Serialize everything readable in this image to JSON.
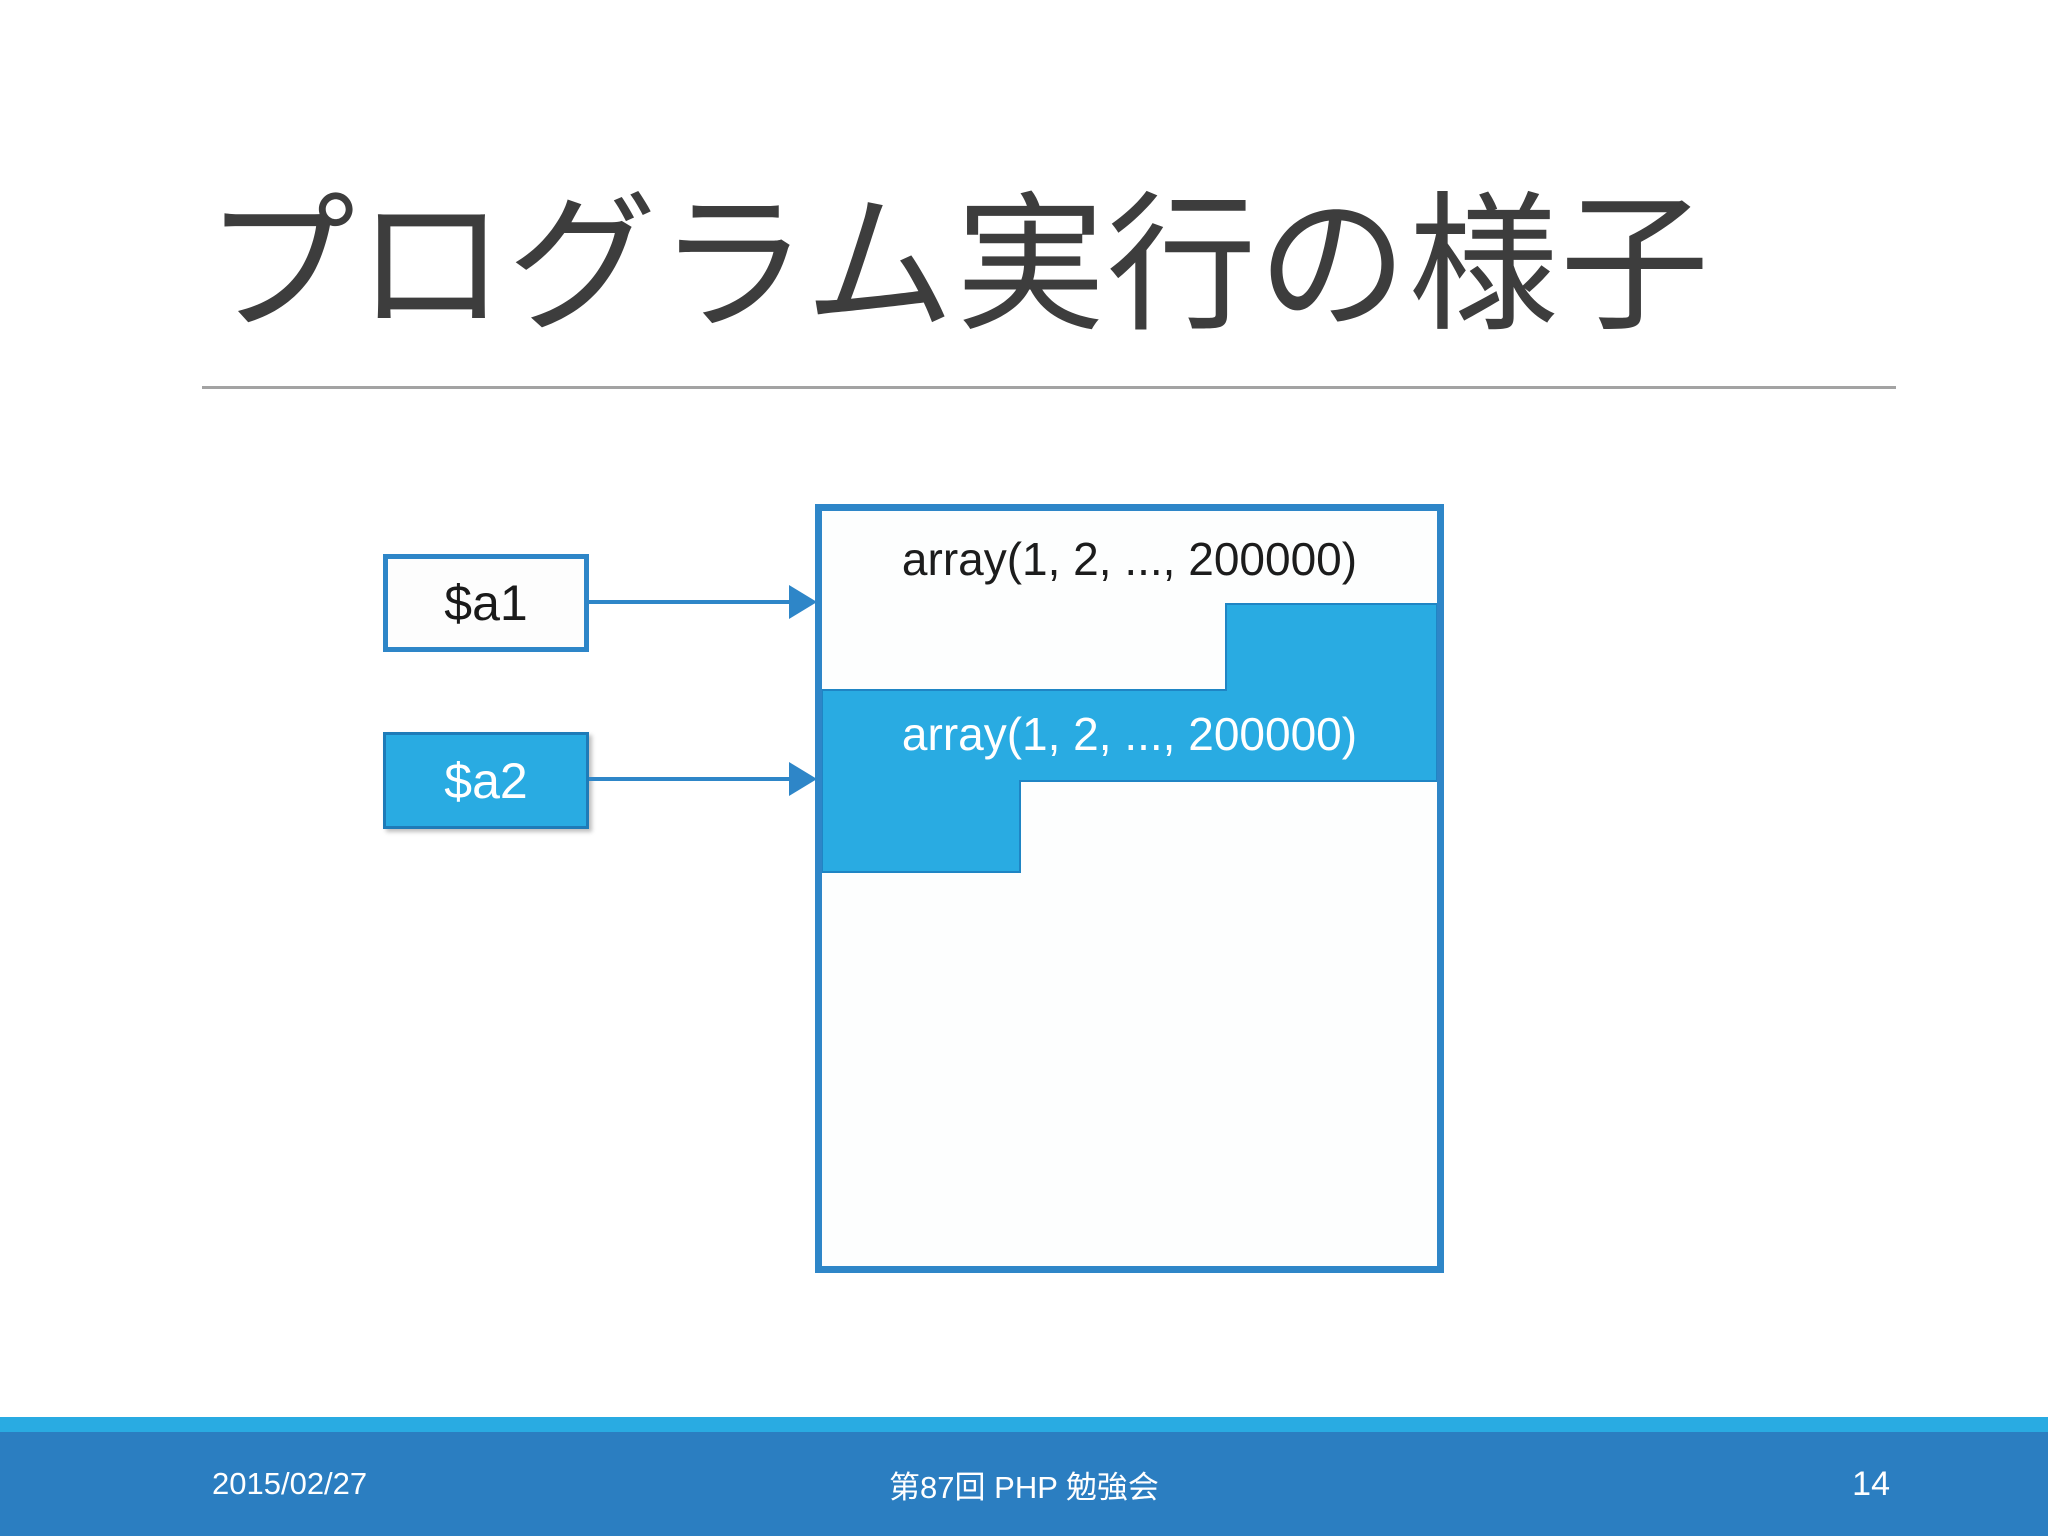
{
  "slide": {
    "title": "プログラム実行の様子",
    "colors": {
      "title_text": "#3d3d3d",
      "divider": "#a3a3a3",
      "accent_fill": "#29abe2",
      "accent_border": "#2e86c8",
      "footer_strip": "#29abe2",
      "footer_bar": "#2b7ec1"
    }
  },
  "diagram": {
    "var1": {
      "label": "$a1"
    },
    "var2": {
      "label": "$a2"
    },
    "memory": {
      "array1_label": "array(1, 2, ..., 200000)",
      "array2_label": "array(1, 2, ..., 200000)"
    }
  },
  "footer": {
    "date": "2015/02/27",
    "event": "第87回 PHP 勉強会",
    "page_number": "14"
  }
}
